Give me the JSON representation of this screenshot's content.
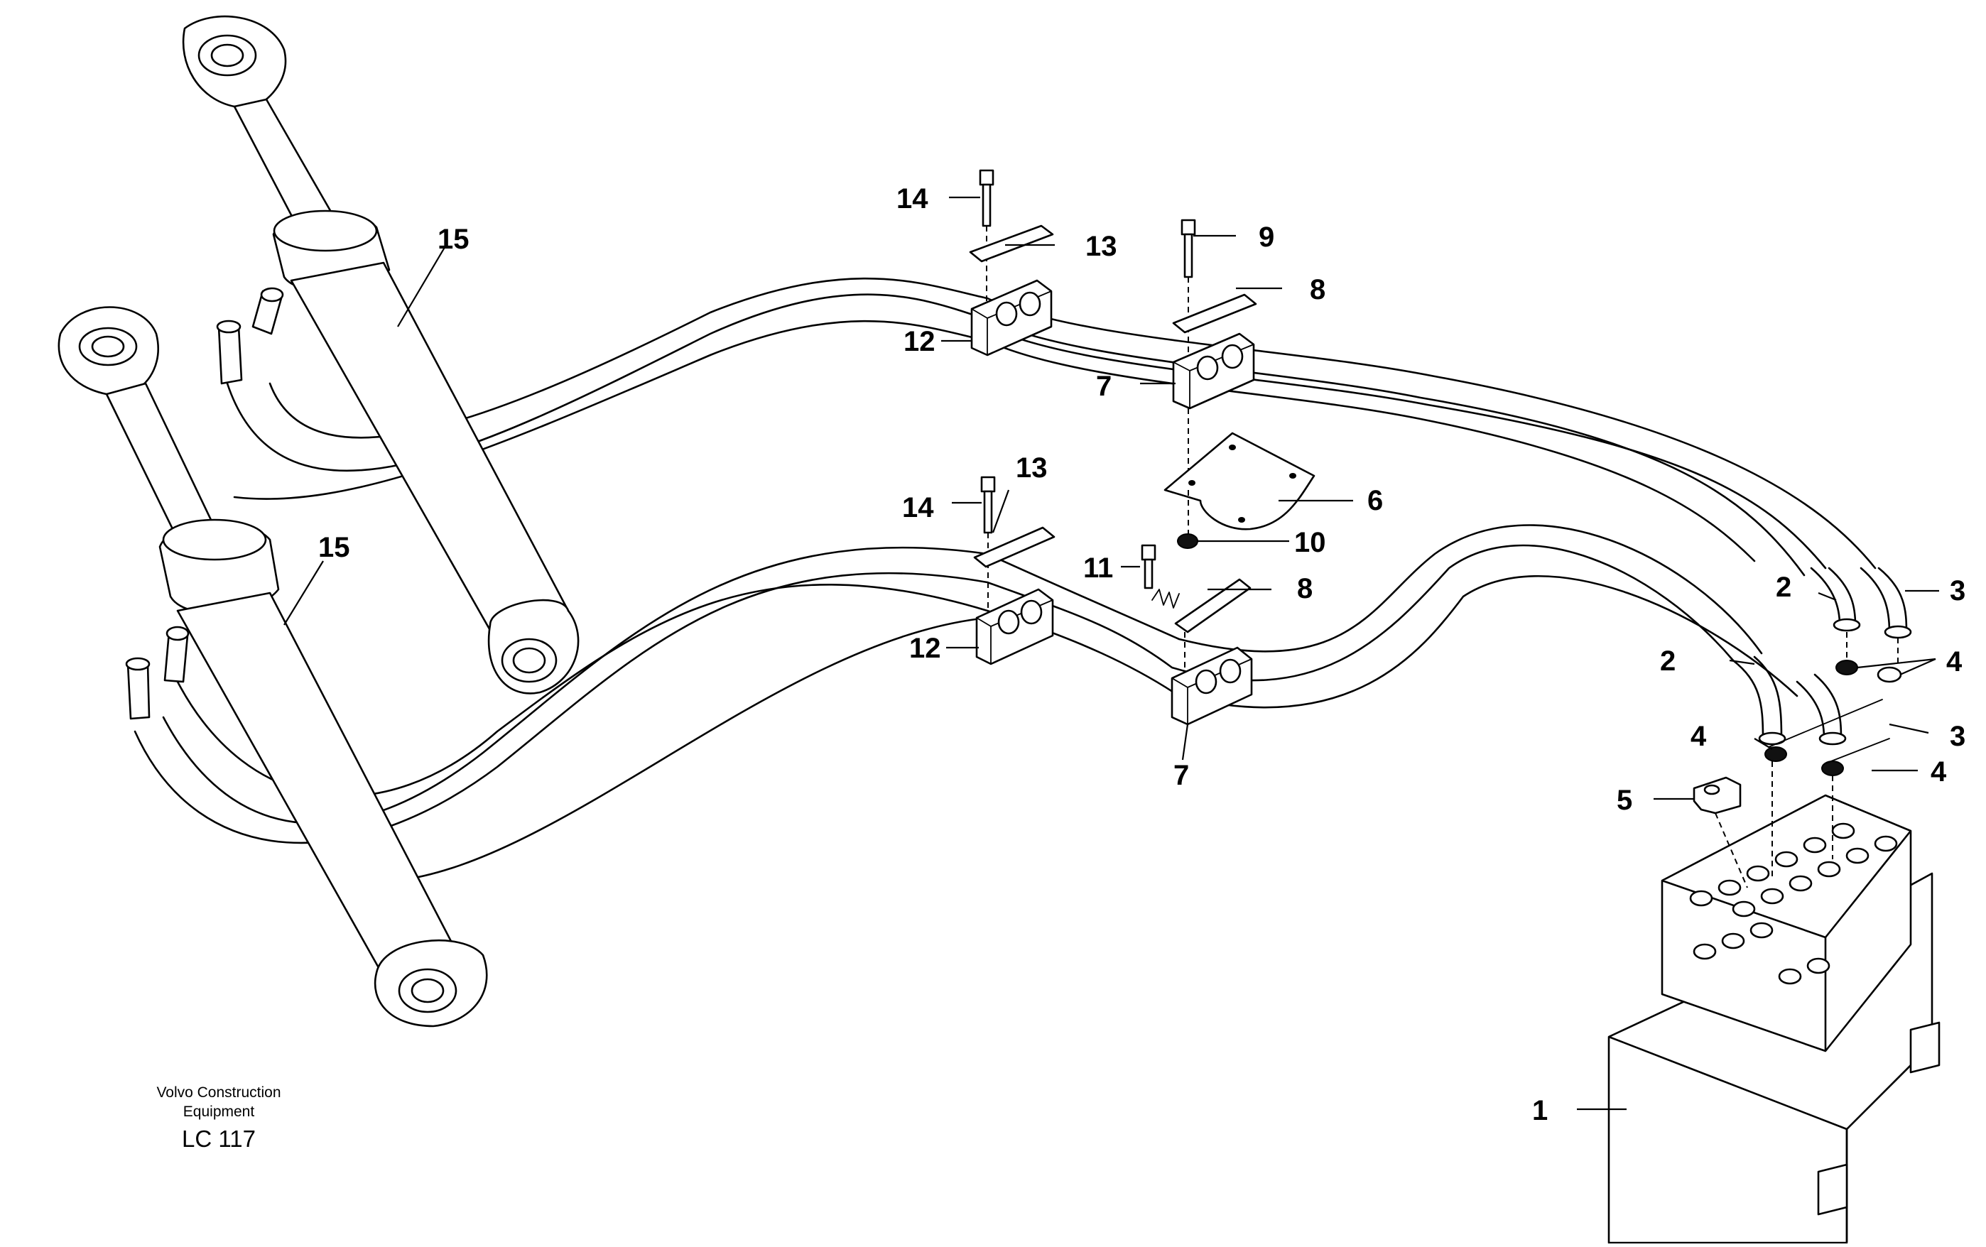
{
  "diagram": {
    "title": "",
    "footer": {
      "company_line1": "Volvo Construction",
      "company_line2": "Equipment",
      "code": "LC 117"
    },
    "callouts": {
      "c1": "1",
      "c2a": "2",
      "c2b": "2",
      "c3a": "3",
      "c3b": "3",
      "c4a": "4",
      "c4b": "4",
      "c4c": "4",
      "c5": "5",
      "c6": "6",
      "c7a": "7",
      "c7b": "7",
      "c8a": "8",
      "c8b": "8",
      "c9": "9",
      "c10": "10",
      "c11": "11",
      "c12a": "12",
      "c12b": "12",
      "c13a": "13",
      "c13b": "13",
      "c14a": "14",
      "c14b": "14",
      "c15a": "15",
      "c15b": "15"
    }
  }
}
